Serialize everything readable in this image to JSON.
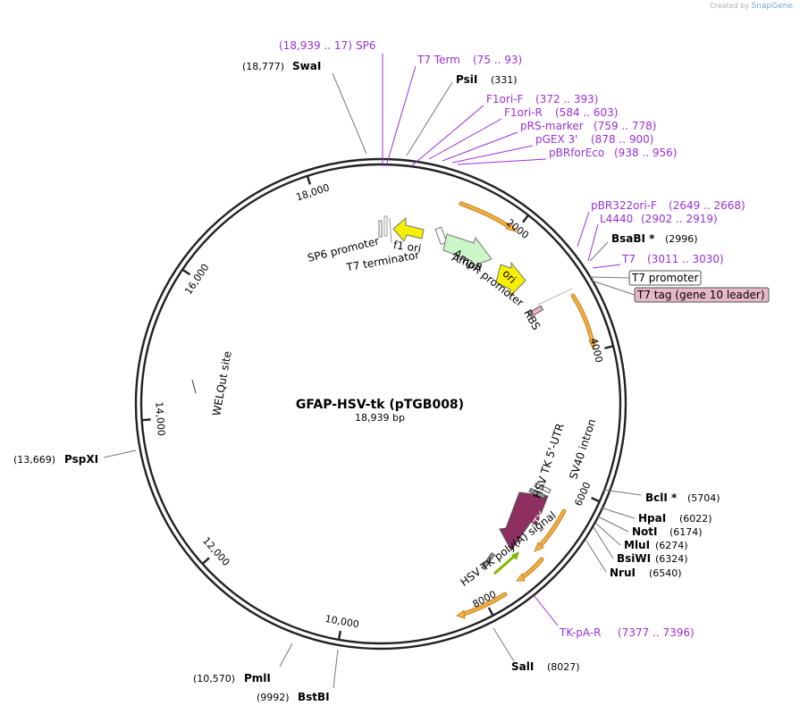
{
  "credit": {
    "prefix": "Created by",
    "brand": "SnapGene"
  },
  "plasmid": {
    "name": "GFAP-HSV-tk (pTGB008)",
    "length": "18,939 bp",
    "total_bp": 18939
  },
  "ticks": [
    {
      "label": "2000",
      "bp": 2000
    },
    {
      "label": "4000",
      "bp": 4000
    },
    {
      "label": "6000",
      "bp": 6000
    },
    {
      "label": "8000",
      "bp": 8000
    },
    {
      "label": "10,000",
      "bp": 10000
    },
    {
      "label": "12,000",
      "bp": 12000
    },
    {
      "label": "14,000",
      "bp": 14000
    },
    {
      "label": "16,000",
      "bp": 16000
    },
    {
      "label": "18,000",
      "bp": 18000
    }
  ],
  "restriction_sites": [
    {
      "name": "SwaI",
      "pos": "(18,777)",
      "bp": 18777
    },
    {
      "name": "PsiI",
      "pos": "(331)",
      "bp": 331
    },
    {
      "name": "BsaBI *",
      "pos": "(2996)",
      "bp": 2996
    },
    {
      "name": "BclI *",
      "pos": "(5704)",
      "bp": 5704
    },
    {
      "name": "HpaI",
      "pos": "(6022)",
      "bp": 6022
    },
    {
      "name": "NotI",
      "pos": "(6174)",
      "bp": 6174
    },
    {
      "name": "MluI",
      "pos": "(6274)",
      "bp": 6274
    },
    {
      "name": "BsiWI",
      "pos": "(6324)",
      "bp": 6324
    },
    {
      "name": "NruI",
      "pos": "(6540)",
      "bp": 6540
    },
    {
      "name": "SalI",
      "pos": "(8027)",
      "bp": 8027
    },
    {
      "name": "BstBI",
      "pos": "(9992)",
      "bp": 9992
    },
    {
      "name": "PmlI",
      "pos": "(10,570)",
      "bp": 10570
    },
    {
      "name": "PspXI",
      "pos": "(13,669)",
      "bp": 13669
    }
  ],
  "primers": [
    {
      "name": "SP6",
      "range": "(18,939 .. 17)",
      "bp": 18939
    },
    {
      "name": "T7 Term",
      "range": "(75 .. 93)",
      "bp": 84
    },
    {
      "name": "F1ori-F",
      "range": "(372 .. 393)",
      "bp": 382
    },
    {
      "name": "F1ori-R",
      "range": "(584 .. 603)",
      "bp": 594
    },
    {
      "name": "pRS-marker",
      "range": "(759 .. 778)",
      "bp": 768
    },
    {
      "name": "pGEX 3'",
      "range": "(878 .. 900)",
      "bp": 889
    },
    {
      "name": "pBRforEco",
      "range": "(938 .. 956)",
      "bp": 947
    },
    {
      "name": "pBR322ori-F",
      "range": "(2649 .. 2668)",
      "bp": 2658
    },
    {
      "name": "L4440",
      "range": "(2902 .. 2919)",
      "bp": 2910
    },
    {
      "name": "T7",
      "range": "(3011 .. 3030)",
      "bp": 3020
    },
    {
      "name": "TK-pA-R",
      "range": "(7377 .. 7396)",
      "bp": 7386
    }
  ],
  "boxed_features": [
    {
      "name": "T7 promoter",
      "fill": "#ffffff"
    },
    {
      "name": "T7 tag (gene 10 leader)",
      "fill": "#e6b8c8"
    }
  ],
  "features": [
    {
      "name": "SP6 promoter"
    },
    {
      "name": "T7 terminator"
    },
    {
      "name": "f1 ori"
    },
    {
      "name": "AmpR"
    },
    {
      "name": "AmpR promoter"
    },
    {
      "name": "ori"
    },
    {
      "name": "RBS"
    },
    {
      "name": "HSV TK"
    },
    {
      "name": "HSV TK 5'-UTR"
    },
    {
      "name": "SV40 intron"
    },
    {
      "name": "HSV TK poly(A) signal"
    },
    {
      "name": "WELQut site"
    }
  ],
  "colors": {
    "backbone": "#222222",
    "primer": "#9b30d9",
    "orf_arrow": "#f5b041",
    "f1_ori": "#f7ef00",
    "ampr": "#ccf5c8",
    "ori": "#f7ef00",
    "hsv_tk": "#8e2f5f",
    "polyA": "#7fb800"
  }
}
